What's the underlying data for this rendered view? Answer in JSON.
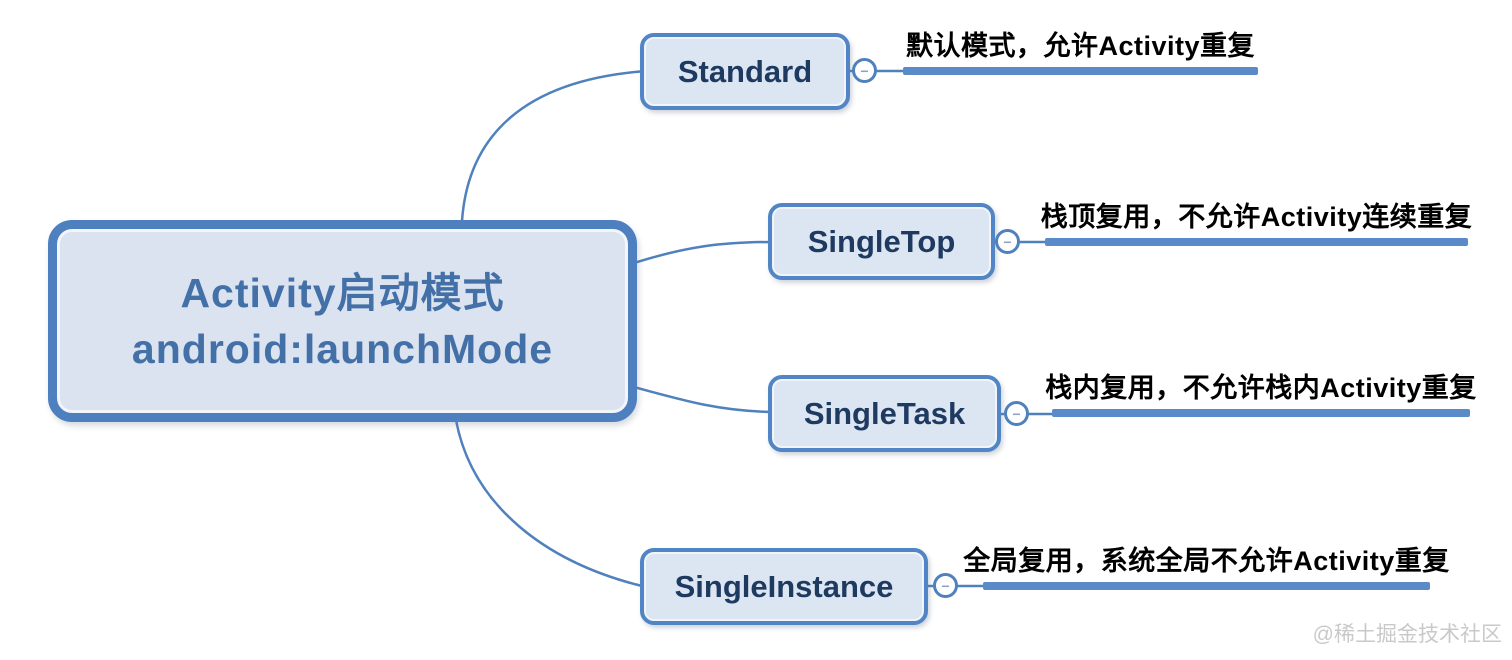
{
  "diagram": {
    "root": {
      "title_line1": "Activity启动模式",
      "title_line2": "android:launchMode"
    },
    "branches": [
      {
        "label": "Standard",
        "description": "默认模式，允许Activity重复"
      },
      {
        "label": "SingleTop",
        "description": "栈顶复用，不允许Activity连续重复"
      },
      {
        "label": "SingleTask",
        "description": "栈内复用，不允许栈内Activity重复"
      },
      {
        "label": "SingleInstance",
        "description": "全局复用，系统全局不允许Activity重复"
      }
    ],
    "collapse_icon": "−"
  },
  "watermark": "@稀土掘金技术社区",
  "colors": {
    "accent_border": "#4f81bd",
    "node_fill": "#dce6f2",
    "root_fill": "#dbe3f0",
    "root_text": "#4470a8",
    "child_text": "#1f3a60",
    "underline_bar": "#5b8ac8",
    "description_text": "#000000",
    "watermark_text": "#c9c9c9"
  }
}
